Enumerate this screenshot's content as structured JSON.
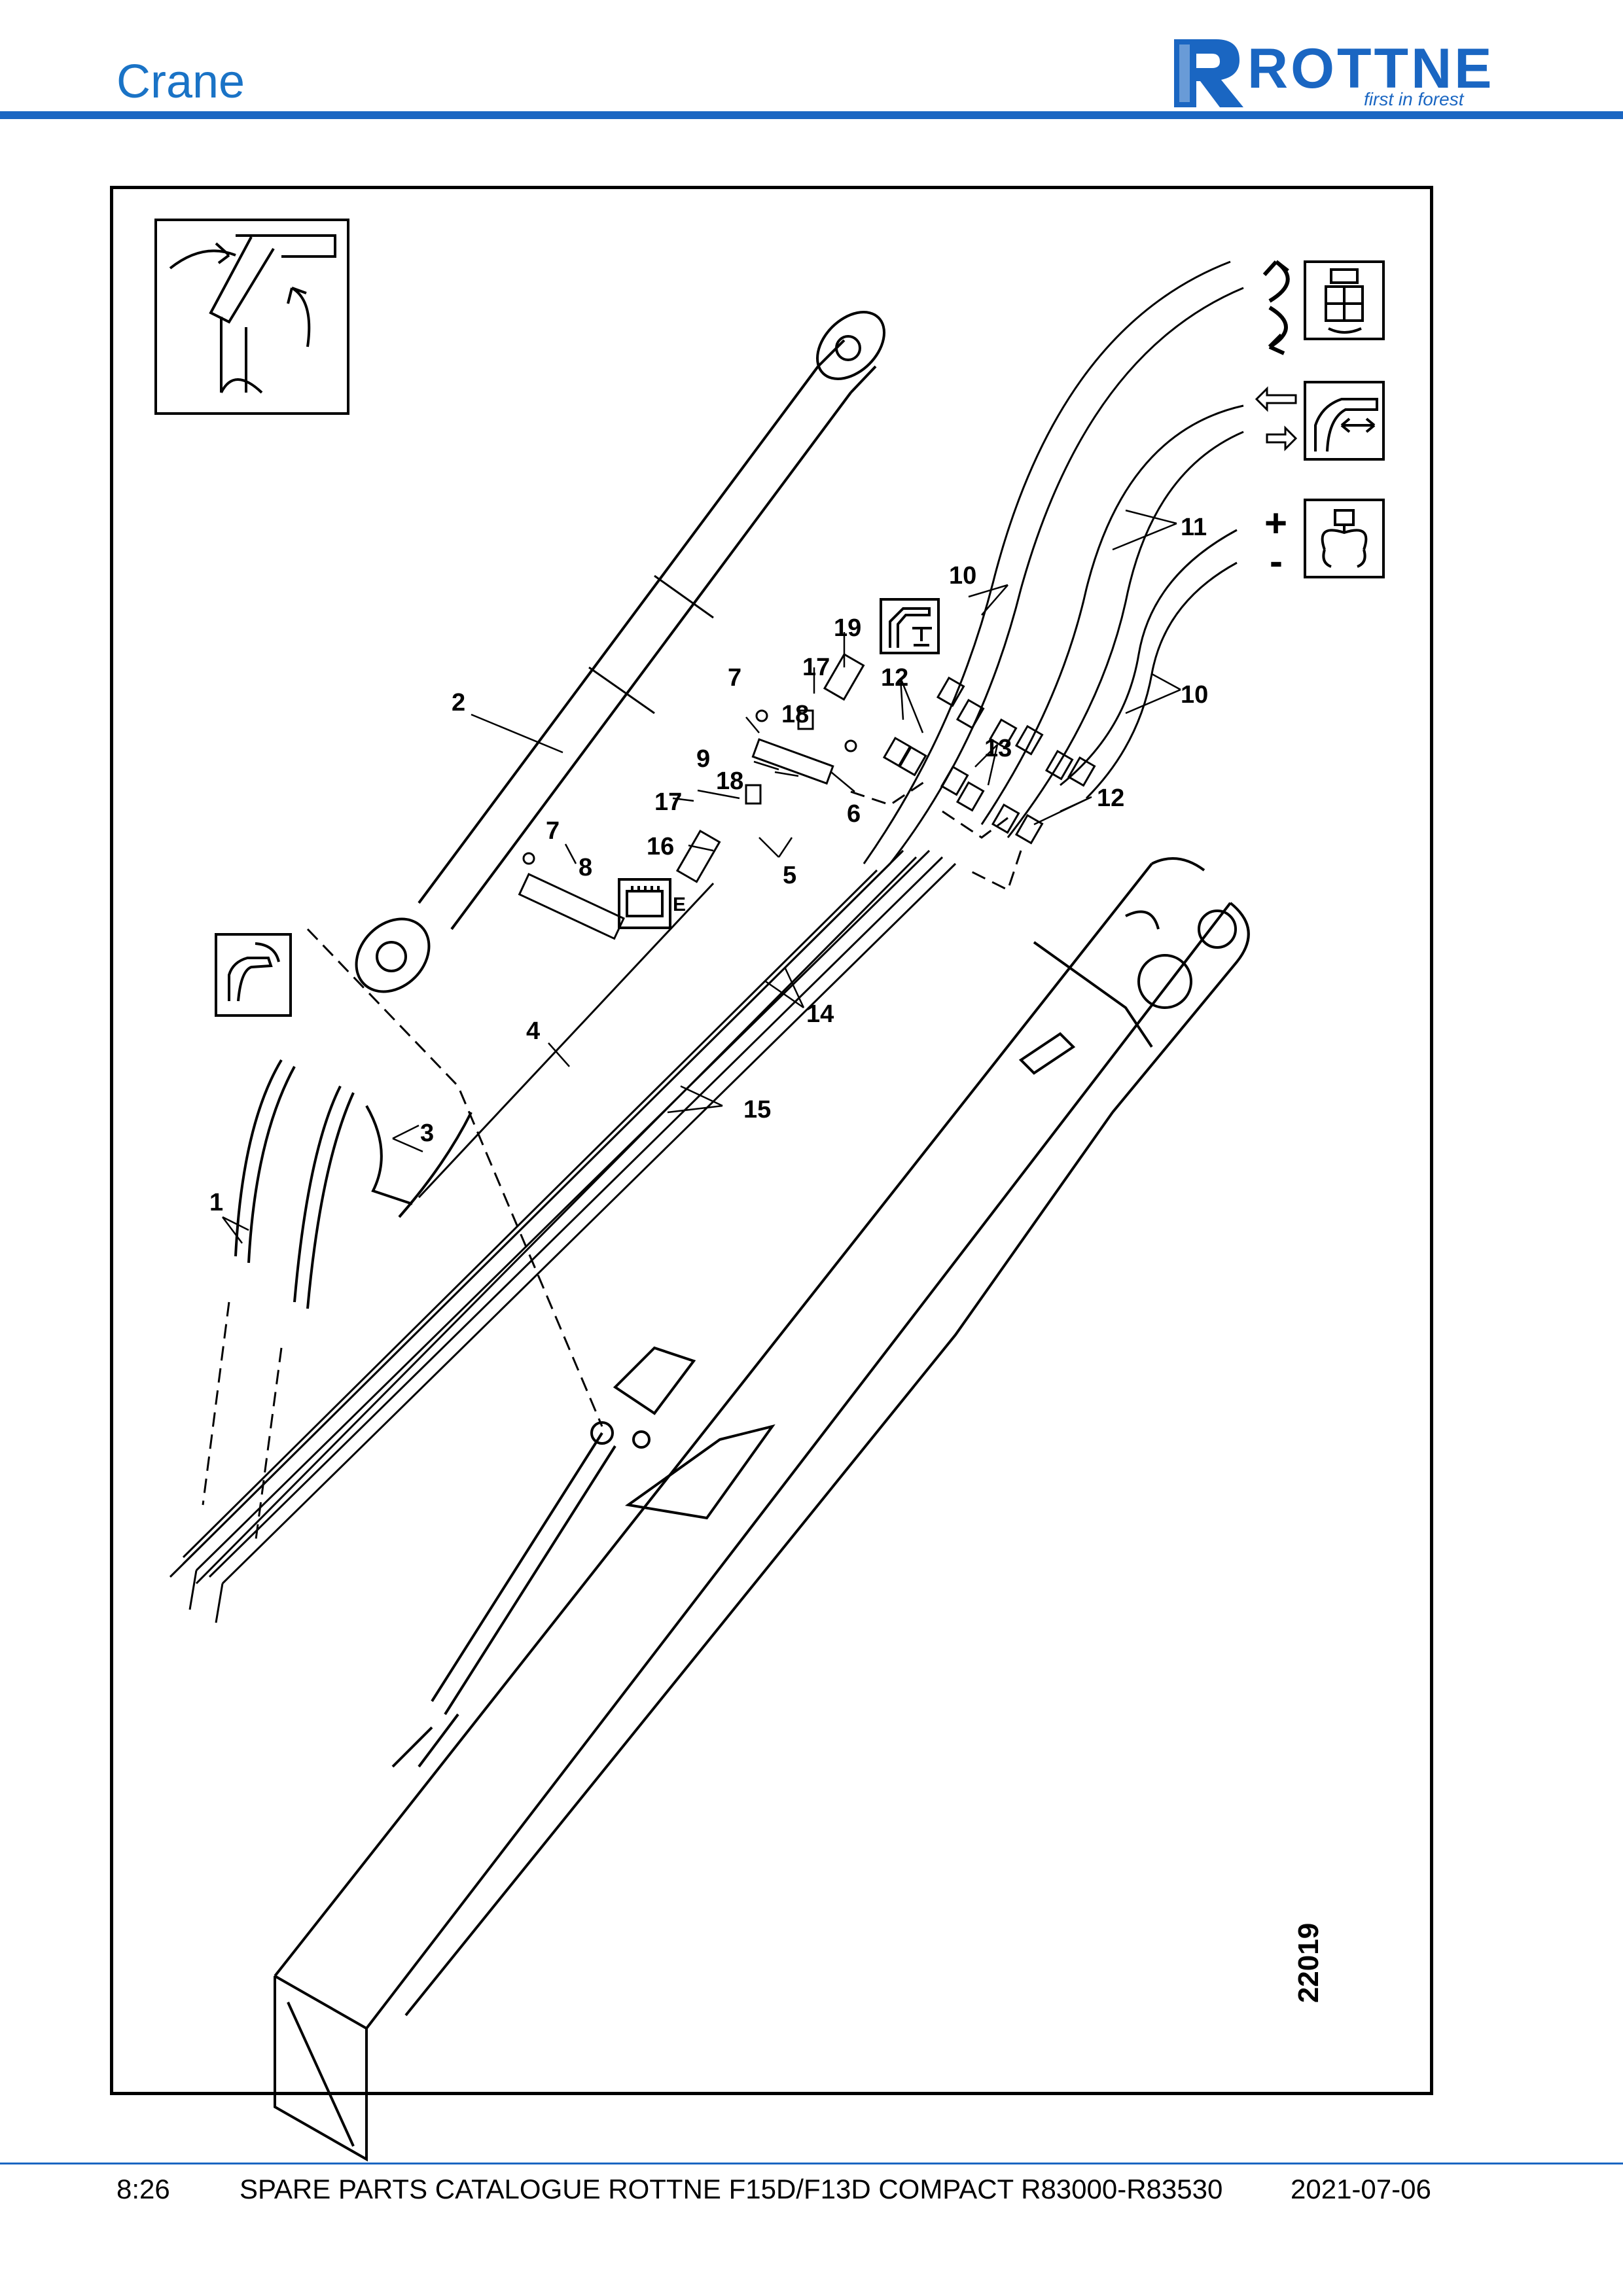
{
  "header": {
    "section_title": "Crane",
    "brand_name": "ROTTNE",
    "brand_tagline": "first in forest",
    "brand_color": "#1a66c2"
  },
  "drawing": {
    "drawing_number": "22019",
    "connector_letter": "E",
    "callouts": {
      "c1": "1",
      "c2": "2",
      "c3": "3",
      "c4": "4",
      "c5": "5",
      "c6": "6",
      "c7a": "7",
      "c7b": "7",
      "c8": "8",
      "c9": "9",
      "c10a": "10",
      "c10b": "10",
      "c11": "11",
      "c12a": "12",
      "c12b": "12",
      "c13": "13",
      "c14": "14",
      "c15": "15",
      "c16": "16",
      "c17a": "17",
      "c17b": "17",
      "c18a": "18",
      "c18b": "18",
      "c19": "19"
    },
    "symbols": {
      "plus": "+",
      "minus": "-"
    },
    "icons": [
      "boom-fold-icon",
      "rotator-icon",
      "telescope-icon",
      "grapple-icon",
      "crane-tilt-icon",
      "tilt-angle-icon",
      "connector-icon"
    ]
  },
  "footer": {
    "page": "8:26",
    "title": "SPARE PARTS CATALOGUE ROTTNE F15D/F13D COMPACT R83000-R83530",
    "date": "2021-07-06"
  }
}
